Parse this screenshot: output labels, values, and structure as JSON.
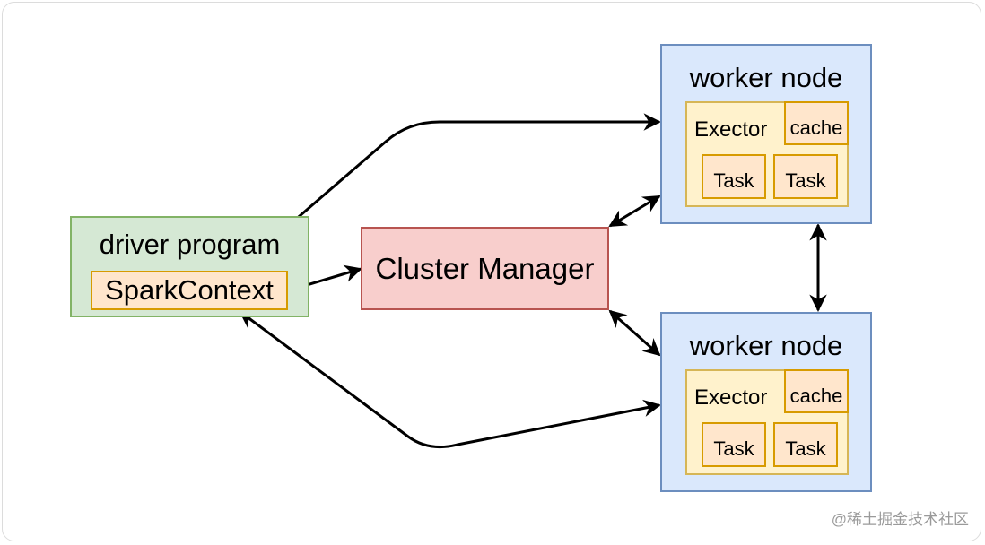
{
  "driver": {
    "title": "driver program",
    "context": "SparkContext"
  },
  "cluster_manager": {
    "label": "Cluster Manager"
  },
  "workers": [
    {
      "title": "worker node",
      "executor": "Exector",
      "cache": "cache",
      "tasks": [
        "Task",
        "Task"
      ]
    },
    {
      "title": "worker node",
      "executor": "Exector",
      "cache": "cache",
      "tasks": [
        "Task",
        "Task"
      ]
    }
  ],
  "watermark": "@稀土掘金技术社区"
}
